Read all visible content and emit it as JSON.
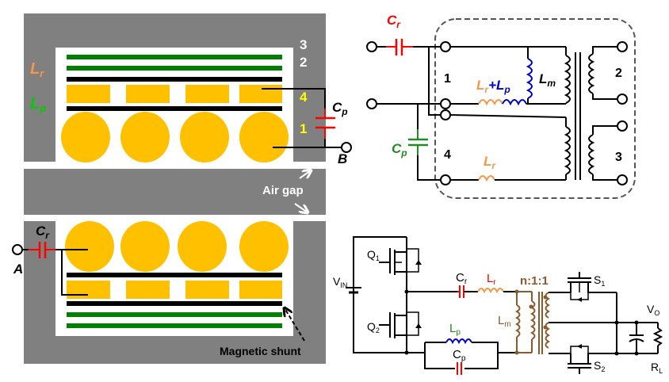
{
  "colors": {
    "core": "#808080",
    "copper": "#FFC000",
    "shield": "#000000",
    "green_layer": "#008000",
    "lr_orange": "#F79646",
    "lp_green": "#00CC00",
    "cap_red": "#FF0000",
    "lp_blue": "#0000CC",
    "cp_green": "#228B22",
    "winding_yellow": "#FFFF00",
    "transformer_brown": "#8B5A2B"
  },
  "cross_section": {
    "core_labels": {
      "lr": "L",
      "lr_sub": "r",
      "lp": "L",
      "lp_sub": "p"
    },
    "layer_numbers": {
      "l3": "3",
      "l2": "2",
      "l4": "4",
      "l1": "1"
    },
    "cp": {
      "main": "C",
      "sub": "p"
    },
    "terminal_b": "B",
    "terminal_a": "A",
    "cr": {
      "main": "C",
      "sub": "r"
    },
    "air_gap": "Air gap",
    "magnetic_shunt": "Magnetic shunt"
  },
  "equivalent_circuit": {
    "cr": {
      "main": "C",
      "sub": "r"
    },
    "cp": {
      "main": "C",
      "sub": "p"
    },
    "port1": "1",
    "port4": "4",
    "port2": "2",
    "port3": "3",
    "lr_lp": {
      "a": "L",
      "a_sub": "r",
      "plus": "+",
      "b": "L",
      "b_sub": "p"
    },
    "lm": {
      "main": "L",
      "sub": "m"
    },
    "lr": {
      "main": "L",
      "sub": "r"
    }
  },
  "llc_converter": {
    "vin": {
      "main": "V",
      "sub": "IN"
    },
    "q1": {
      "main": "Q",
      "sub": "1"
    },
    "q2": {
      "main": "Q",
      "sub": "2"
    },
    "cr": {
      "main": "C",
      "sub": "r"
    },
    "lr": {
      "main": "L",
      "sub": "r"
    },
    "lp": {
      "main": "L",
      "sub": "p"
    },
    "cp": {
      "main": "C",
      "sub": "p"
    },
    "lm": {
      "main": "L",
      "sub": "m"
    },
    "ratio": "n:1:1",
    "s1": {
      "main": "S",
      "sub": "1"
    },
    "s2": {
      "main": "S",
      "sub": "2"
    },
    "vo": {
      "main": "V",
      "sub": "O"
    },
    "rl": {
      "main": "R",
      "sub": "L"
    }
  }
}
